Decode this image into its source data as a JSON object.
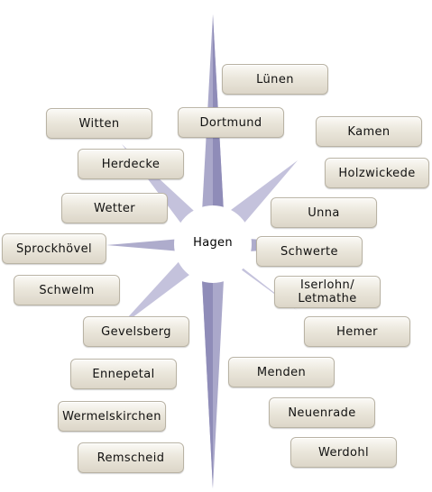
{
  "center": "Hagen",
  "cities": [
    {
      "id": "luenen",
      "label": "Lünen"
    },
    {
      "id": "witten",
      "label": "Witten"
    },
    {
      "id": "dortmund",
      "label": "Dortmund"
    },
    {
      "id": "kamen",
      "label": "Kamen"
    },
    {
      "id": "herdecke",
      "label": "Herdecke"
    },
    {
      "id": "holzwickede",
      "label": "Holzwickede"
    },
    {
      "id": "wetter",
      "label": "Wetter"
    },
    {
      "id": "unna",
      "label": "Unna"
    },
    {
      "id": "sprockhoevel",
      "label": "Sprockhövel"
    },
    {
      "id": "schwerte",
      "label": "Schwerte"
    },
    {
      "id": "schwelm",
      "label": "Schwelm"
    },
    {
      "id": "iserlohn",
      "label": "Iserlohn/\nLetmathe"
    },
    {
      "id": "gevelsberg",
      "label": "Gevelsberg"
    },
    {
      "id": "hemer",
      "label": "Hemer"
    },
    {
      "id": "ennepetal",
      "label": "Ennepetal"
    },
    {
      "id": "menden",
      "label": "Menden"
    },
    {
      "id": "wermelskirchen",
      "label": "Wermelskirchen"
    },
    {
      "id": "neuenrade",
      "label": "Neuenrade"
    },
    {
      "id": "remscheid",
      "label": "Remscheid"
    },
    {
      "id": "werdohl",
      "label": "Werdohl"
    }
  ]
}
